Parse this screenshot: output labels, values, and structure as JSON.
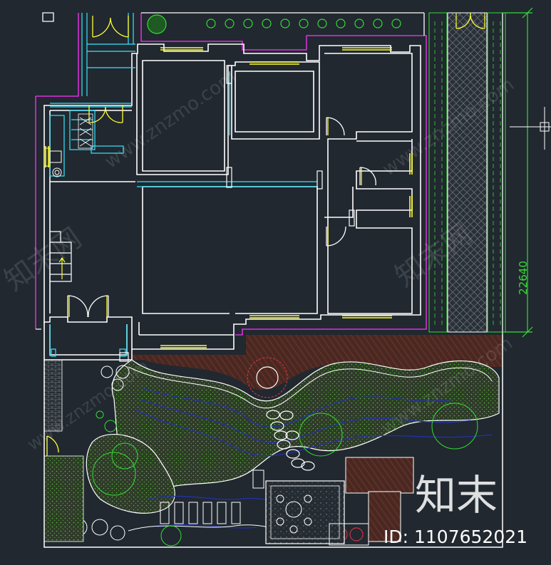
{
  "dimension": {
    "label": "22640"
  },
  "watermark": {
    "site": "www.znzmo.com",
    "brand_cn": "知末网",
    "logo_text": "知末",
    "id_label": "ID: 1107652021"
  },
  "colors": {
    "background": "#212830",
    "wall": "#ffffff",
    "boundary": "#ff33ff",
    "window": "#ffff33",
    "cyan": "#33e5ff",
    "plants": "#33dd33",
    "deck": "#5a2d24",
    "lawn": "#3d4a33",
    "water": "#2233aa",
    "hedge_brick": "#a33a4a"
  },
  "icons": {
    "doors": "door-swing-icon",
    "stairs": "stair-arrow-icon",
    "trees": "tree-canopy-icon",
    "stones": "stepping-stone-icon",
    "crosshair": "crosshair-icon"
  }
}
